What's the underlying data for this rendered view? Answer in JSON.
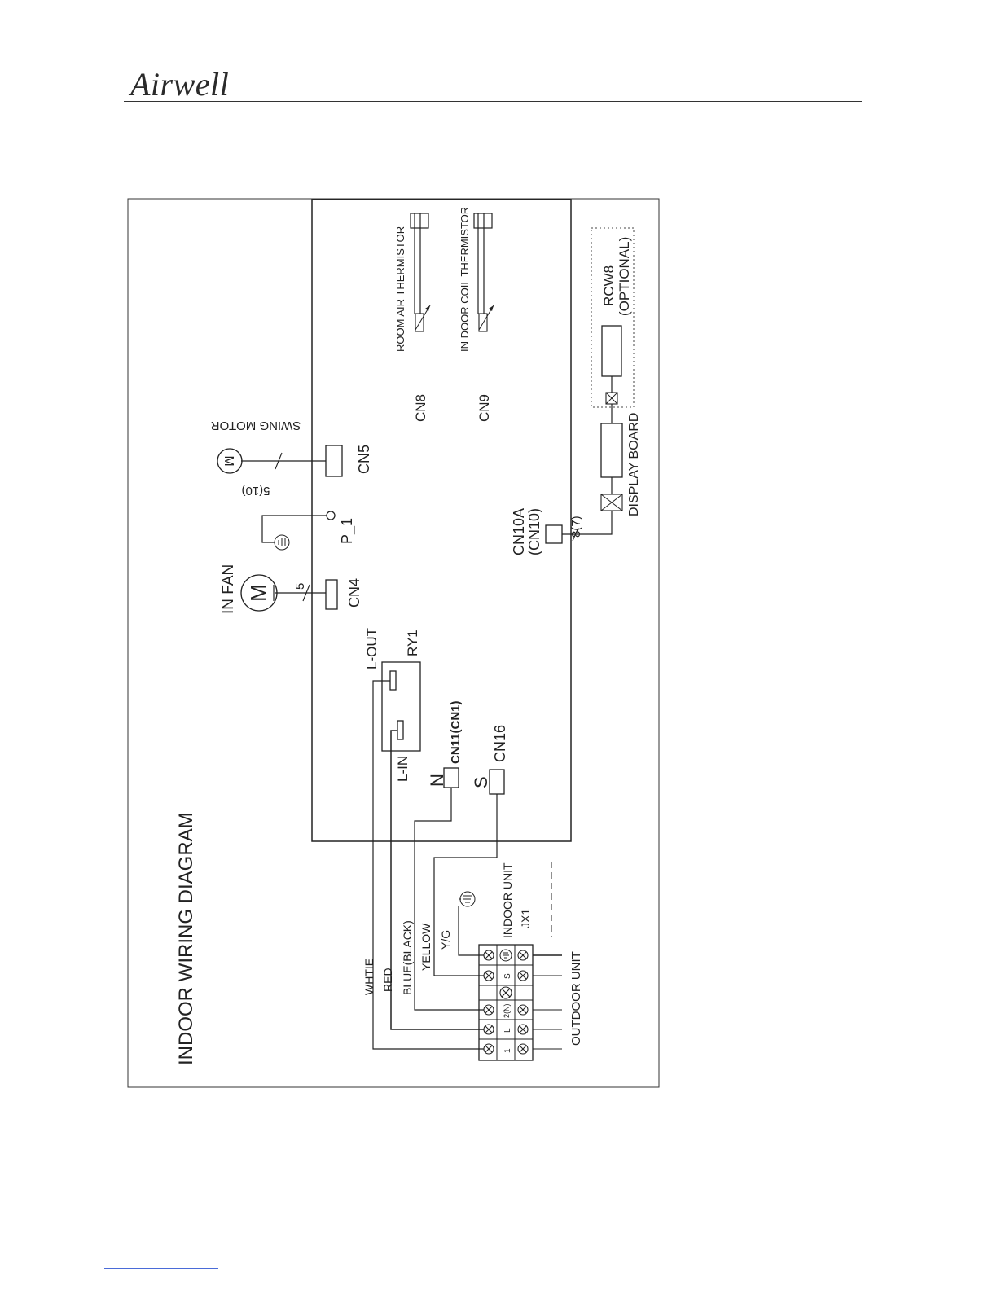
{
  "header": {
    "brand": "Airwell"
  },
  "diagram": {
    "title": "INDOOR WIRING DIAGRAM",
    "labels": {
      "room_air_thermistor": "ROOM AIR THERMISTOR",
      "indoor_coil_thermistor": "IN DOOR COIL THERMISTOR",
      "rcw8": "RCW8",
      "optional": "(OPTIONAL)",
      "display_board": "DISPLAY BOARD",
      "swing_motor": "SWING MOTOR",
      "swing_wires": "5(10)",
      "in_fan": "IN  FAN",
      "fan_wires": "5",
      "motor_symbol": "M",
      "p1": "P_1",
      "cn4": "CN4",
      "cn5": "CN5",
      "cn8": "CN8",
      "cn9": "CN9",
      "cn10a": "CN10A",
      "cn10": "(CN10)",
      "cn10_wires": "8(7)",
      "l_out": "L-OUT",
      "ry1": "RY1",
      "l_in": "L-IN",
      "n": "N",
      "cn11": "CN11(CN1)",
      "s": "S",
      "cn16": "CN16",
      "wire_white": "WHTIE",
      "wire_red": "RED",
      "wire_blue": "BLUE(BLACK)",
      "wire_yellow": "YELLOW",
      "wire_yg": "Y/G",
      "indoor_unit": "INDOOR UNIT",
      "jx1": "JX1",
      "outdoor_unit": "OUTDOOR UNIT",
      "term_1": "1",
      "term_l": "L",
      "term_2n": "2(N)",
      "term_s": "S"
    }
  }
}
